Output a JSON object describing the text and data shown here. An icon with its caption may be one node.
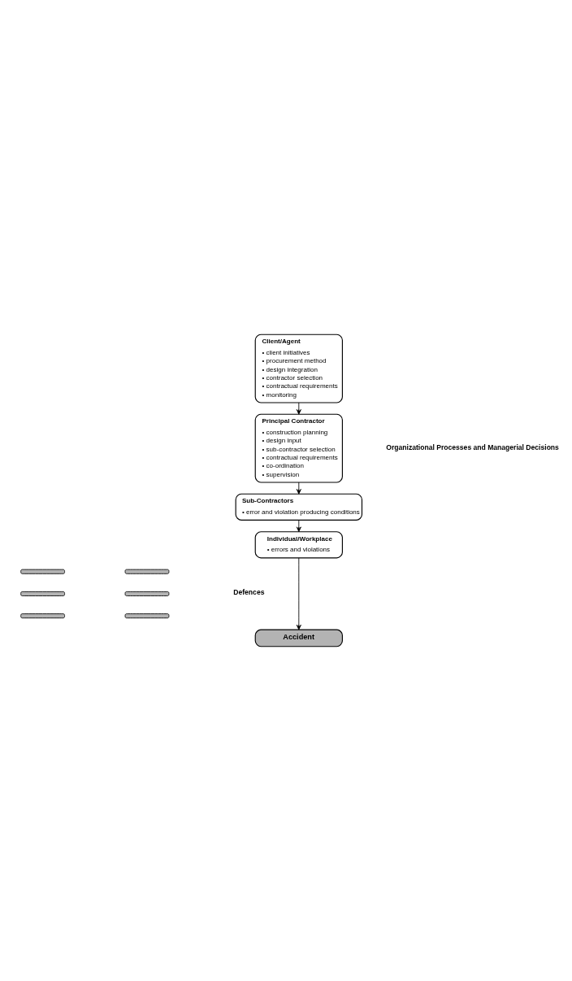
{
  "diagram": {
    "nodes": [
      {
        "text": [
          "Client/Agent",
          "• client initiatives",
          "• procurement method",
          "• design integration",
          "• contractor selection",
          "• contractual requirements",
          "• monitoring"
        ]
      },
      {
        "text": [
          "Principal Contractor",
          "• construction planning",
          "• design input",
          "• sub-contractor selection",
          "• contractual requirements",
          "• co-ordination",
          "• supervision"
        ]
      },
      {
        "text": [
          "Sub-Contractors",
          "• error and violation producing conditions"
        ]
      },
      {
        "text": [
          "Individual/Workplace",
          "• errors and violations"
        ]
      },
      {
        "text": [],
        "shape": "bar"
      },
      {
        "text": [],
        "shape": "bar"
      },
      {
        "text": [],
        "shape": "bar"
      },
      {
        "text": [],
        "shape": "bar"
      },
      {
        "text": [],
        "shape": "bar"
      },
      {
        "text": [],
        "shape": "bar"
      },
      {
        "text": [
          "Accident"
        ]
      }
    ],
    "edges": [
      {
        "from": 0,
        "to": 1,
        "arrow": "to"
      },
      {
        "from": 1,
        "to": 2,
        "arrow": "to"
      },
      {
        "from": 2,
        "to": 3,
        "arrow": "to"
      },
      {
        "from": 3,
        "to": 10,
        "arrow": "to"
      }
    ],
    "labels": [
      "Organizational Processes and Managerial Decisions",
      "Defences"
    ]
  }
}
